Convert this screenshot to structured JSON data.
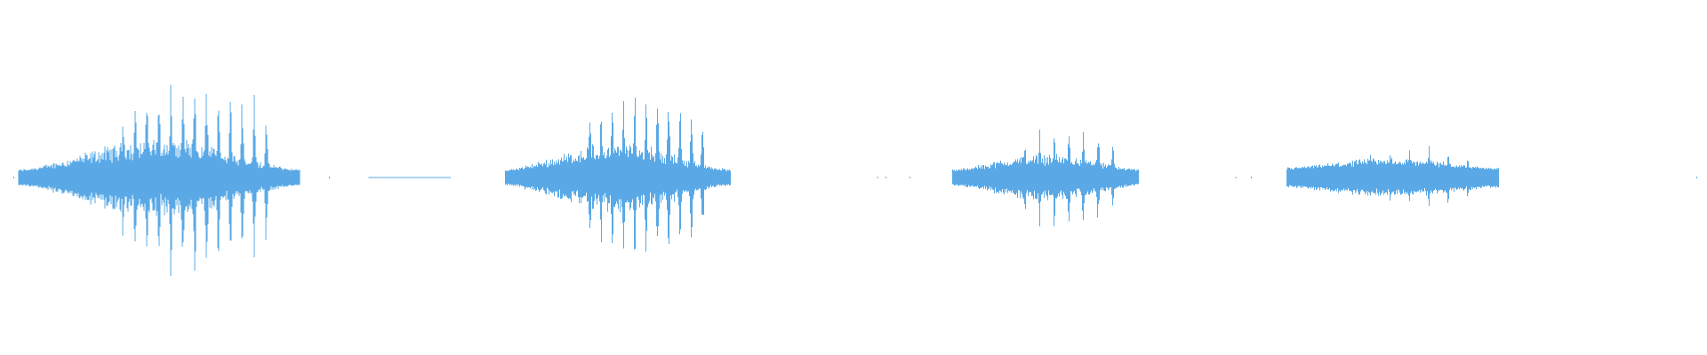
{
  "waveform": {
    "color": "#5aa9e6",
    "background": "#ffffff",
    "segments": [
      {
        "name": "burst-1",
        "start": 0.011,
        "end": 0.176,
        "peak": 0.54,
        "floor": 0.04,
        "strikes": 13
      },
      {
        "name": "burst-2",
        "start": 0.296,
        "end": 0.428,
        "peak": 0.46,
        "floor": 0.04,
        "strikes": 11
      },
      {
        "name": "burst-3",
        "start": 0.558,
        "end": 0.667,
        "peak": 0.28,
        "floor": 0.04,
        "strikes": 7
      },
      {
        "name": "burst-4",
        "start": 0.754,
        "end": 0.878,
        "peak": 0.17,
        "floor": 0.05,
        "strikes": 6
      }
    ],
    "flat_lines": [
      {
        "name": "flat-1",
        "start": 0.216,
        "end": 0.264
      }
    ],
    "specks": [
      0.008,
      0.193,
      0.514,
      0.519,
      0.533,
      0.724,
      0.733,
      0.994
    ]
  }
}
